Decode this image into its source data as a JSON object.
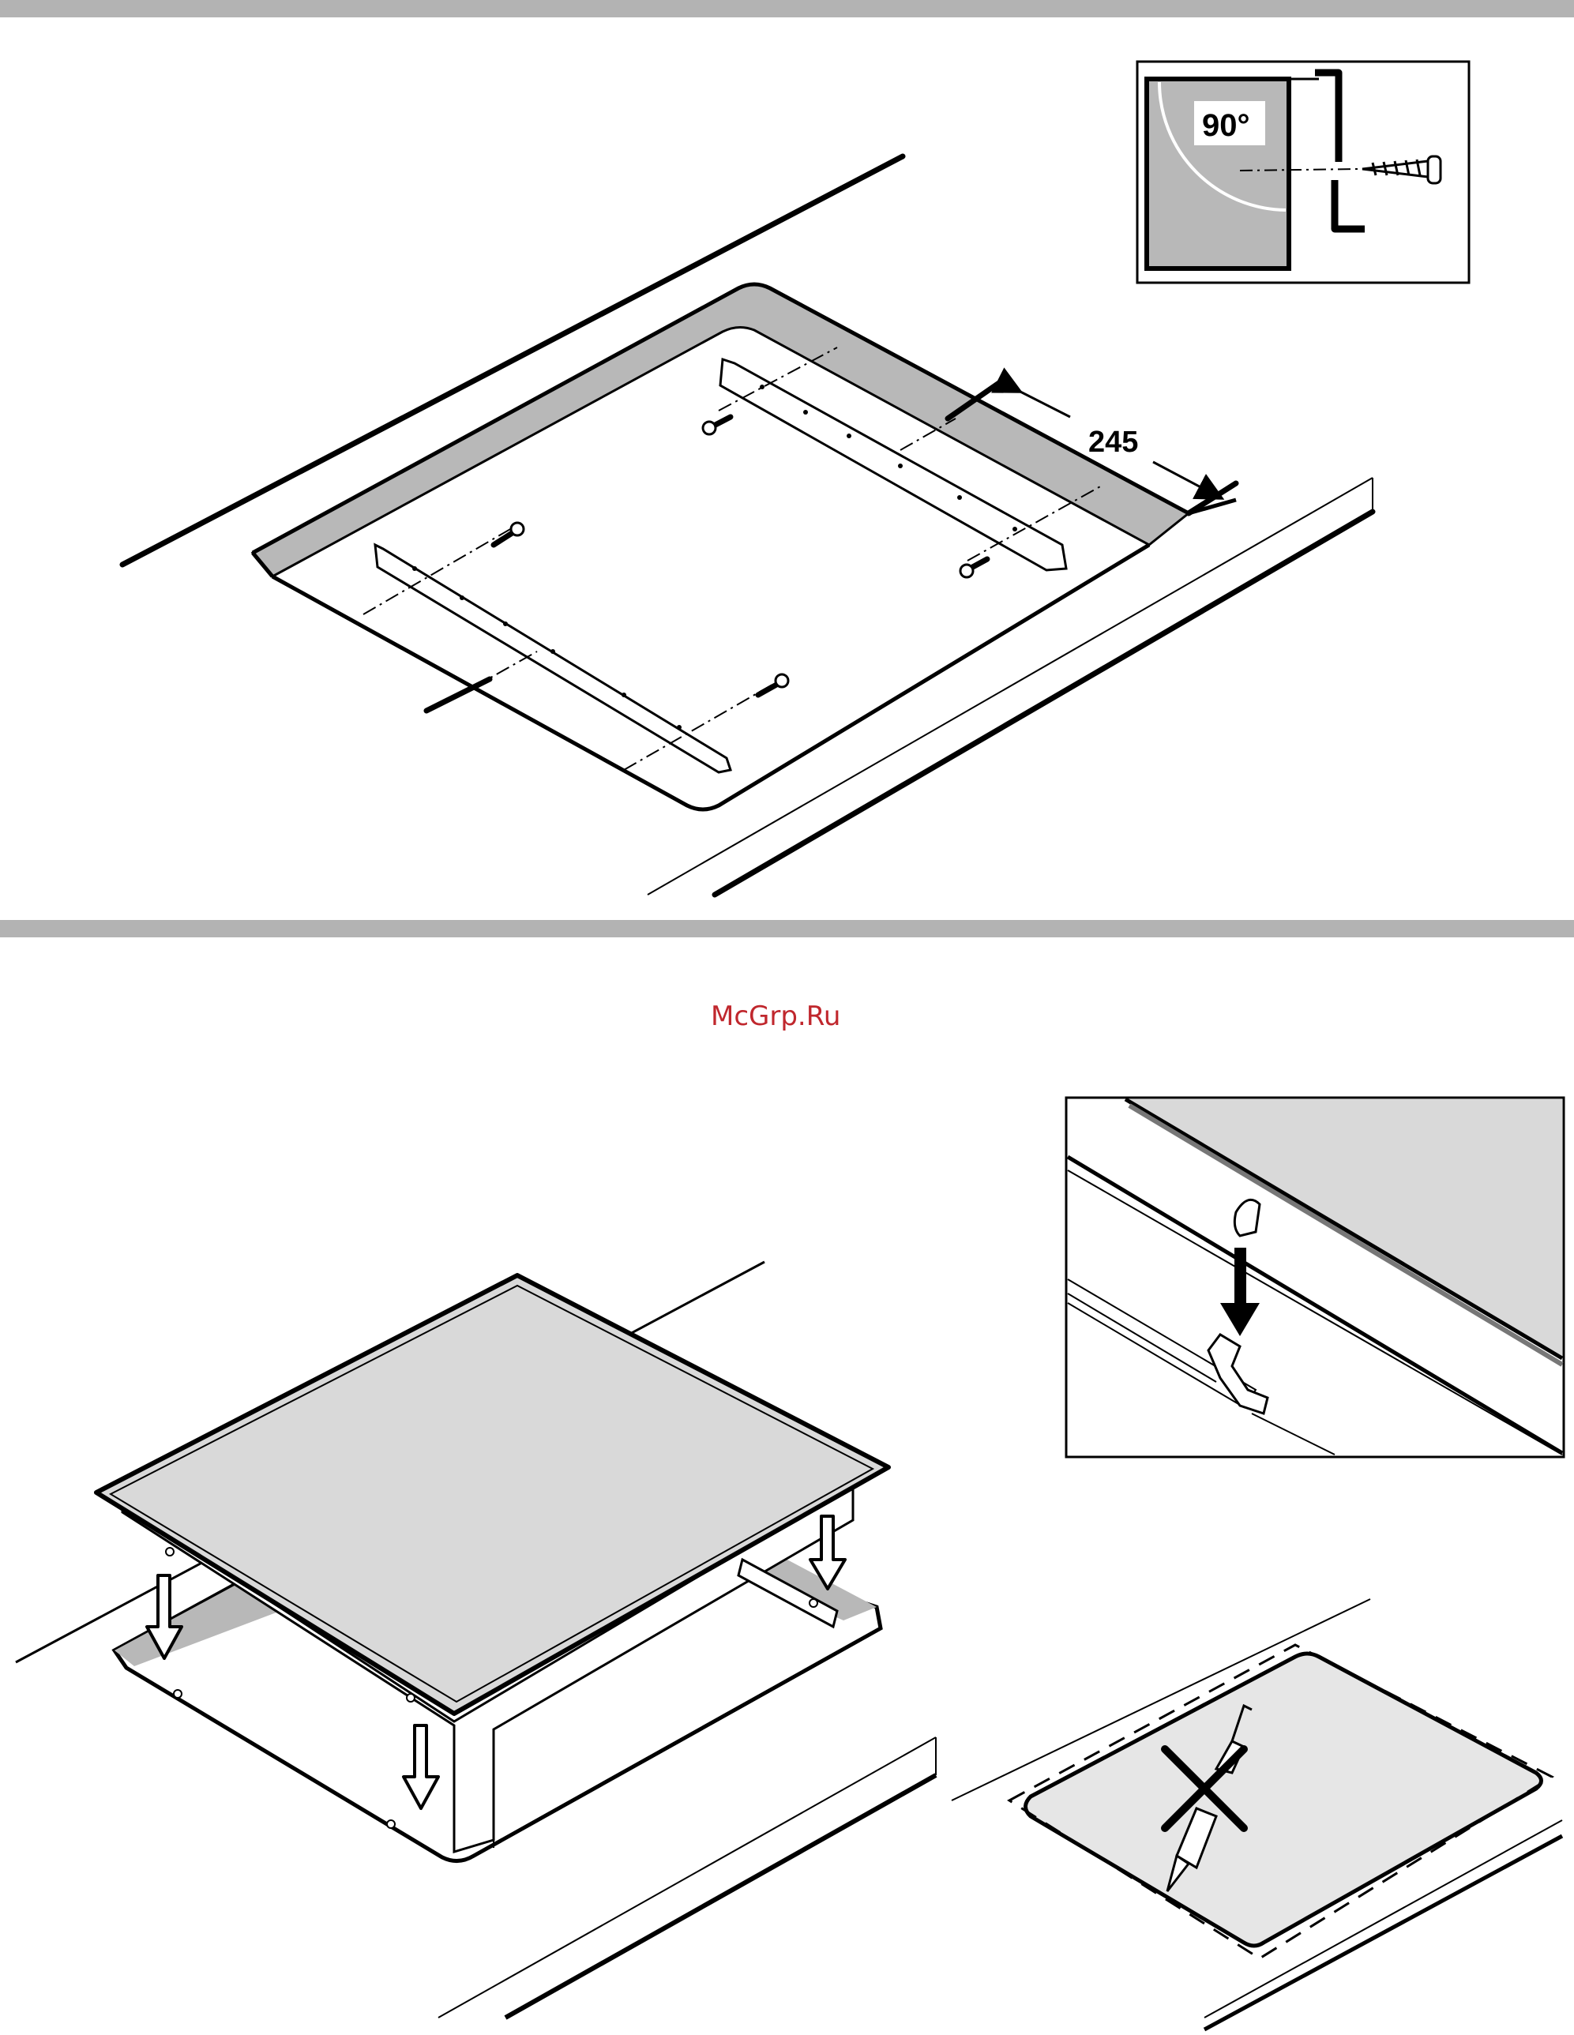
{
  "page": {
    "background": "#ffffff",
    "divider_color": "#b3b3b3",
    "line_color": "#000000",
    "panel_fill": "#d9d9d9",
    "inset_fill": "#b8b8b8",
    "watermark_color": "#c0272d"
  },
  "top_figure": {
    "dimension_label": "245",
    "inset": {
      "angle_label": "90°"
    }
  },
  "watermark": {
    "text": "McGrp.Ru"
  },
  "bottom_figure": {
    "icons": [
      "arrow-down-icon",
      "arrow-down-icon",
      "arrow-down-icon",
      "clip-icon",
      "sealant-gun-icon",
      "cross-mark-icon"
    ]
  }
}
